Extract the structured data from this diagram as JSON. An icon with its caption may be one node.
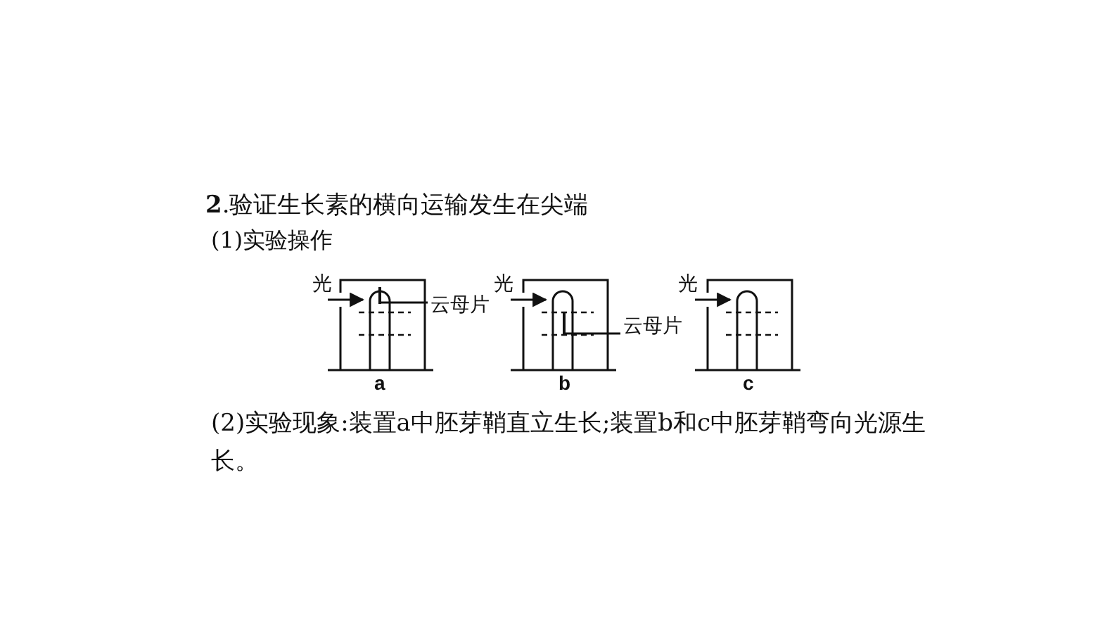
{
  "diagram": {
    "title": "**2**.验证生长素的横向运输发生在尖端",
    "nodes": [
      {
        "text": [
          "云母片"
        ]
      },
      {
        "text": [],
        "shape": "bar"
      },
      {
        "text": [
          "云母片"
        ]
      },
      {
        "text": [],
        "shape": "bar"
      }
    ],
    "edges": [
      {
        "from": 0,
        "to": 1,
        "arrow": "none"
      },
      {
        "from": 2,
        "to": 3,
        "arrow": "none"
      }
    ],
    "labels": [
      "(1)实验操作",
      "光",
      "光",
      "光",
      "a",
      "b",
      "c",
      "(2)实验现象:装置a中胚芽鞘直立生长;装置b和c中胚芽鞘弯向光源生长。"
    ]
  }
}
